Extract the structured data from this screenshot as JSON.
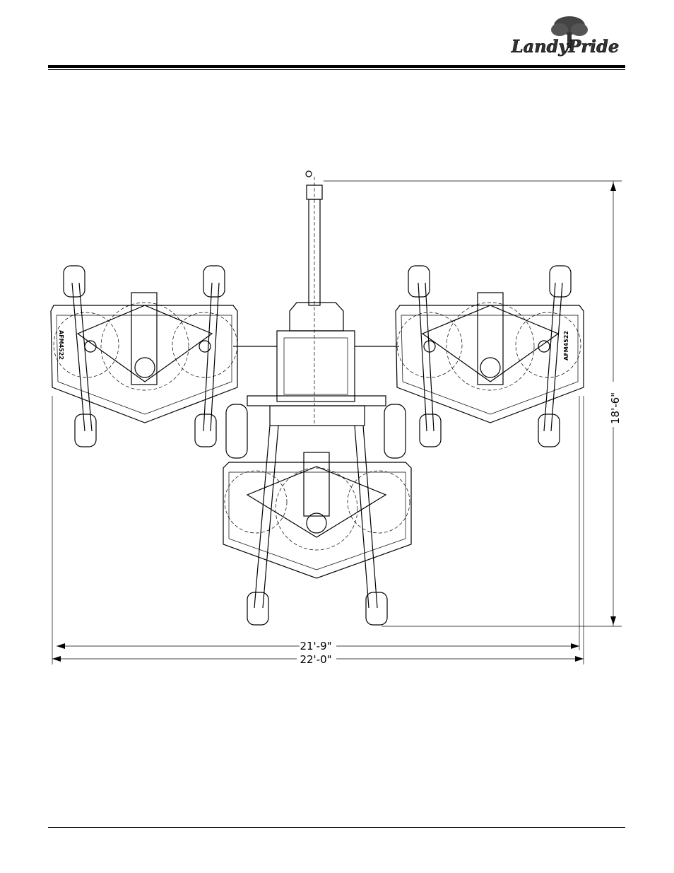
{
  "header": {
    "logo_text": "LandyPride"
  },
  "drawing": {
    "model_left": "AFM4522",
    "model_right": "AFM4522",
    "dim_width_inner": "21'-9\"",
    "dim_width_outer": "22'-0\"",
    "dim_length": "18'-6\""
  }
}
